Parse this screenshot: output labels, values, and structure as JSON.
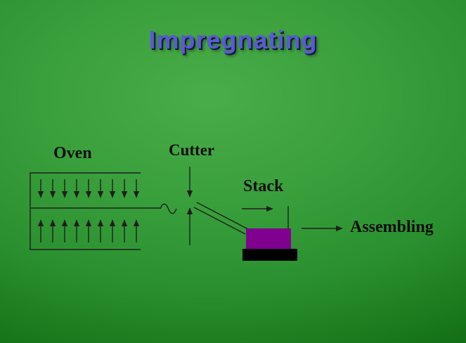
{
  "slide": {
    "title": "Impregnating",
    "title_color": "#5a5ad2",
    "background_colors": [
      "#49ad49",
      "#2b9130",
      "#0a5a0c"
    ]
  },
  "diagram": {
    "labels": {
      "oven": "Oven",
      "cutter": "Cutter",
      "stack": "Stack",
      "assembling": "Assembling"
    },
    "colors": {
      "line": "#1f1f1f",
      "stack_fill": "#800090",
      "base_fill": "#000000"
    }
  }
}
